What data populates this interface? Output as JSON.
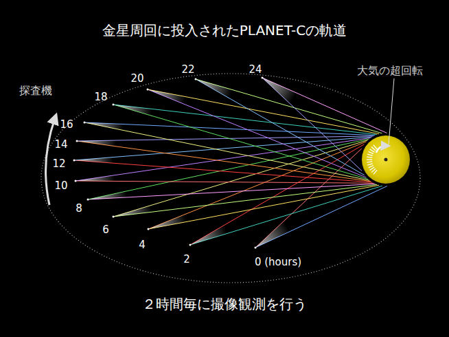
{
  "diagram": {
    "title": "金星周回に投入されたPLANET-Cの軌道",
    "caption": "２時間毎に撮像観測を行う",
    "labels": [
      "0 (hours)",
      "2",
      "4",
      "6",
      "8",
      "10",
      "12",
      "14",
      "16",
      "18",
      "20",
      "22",
      "24",
      "探査機",
      "大気の超回転"
    ]
  }
}
